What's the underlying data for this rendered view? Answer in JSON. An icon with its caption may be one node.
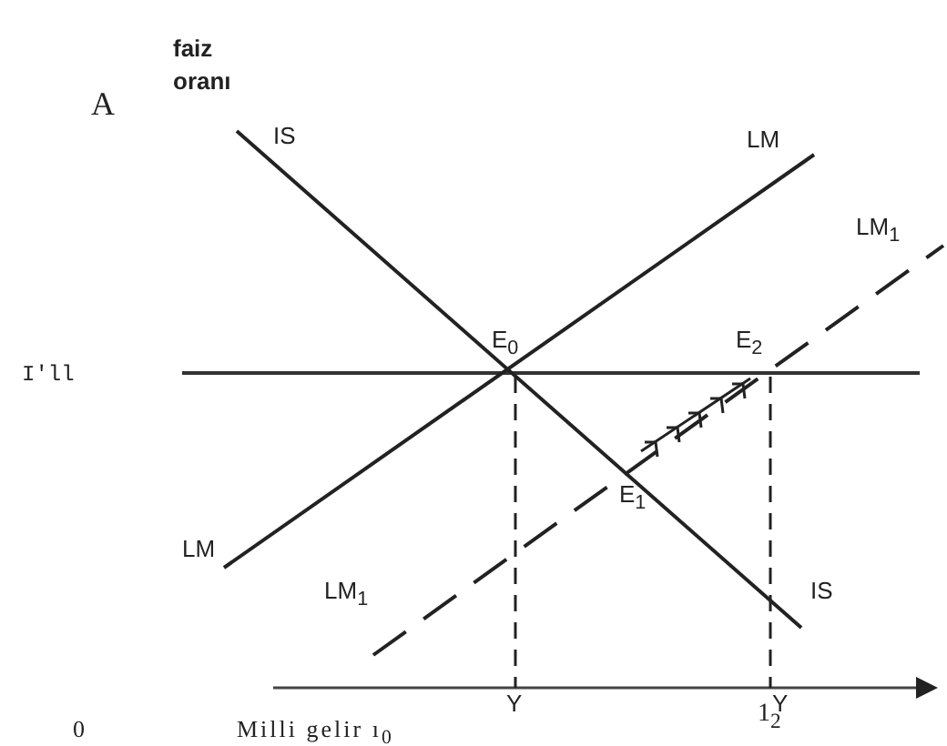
{
  "diagram": {
    "labels": [
      "faiz oranı",
      "A",
      "IS",
      "LM",
      "LM$_{1}$",
      "E$_{0}$",
      "E$_{2}$",
      "I'll",
      "E$_{1}$",
      "LM",
      "LM$_{1}$",
      "IS",
      "0",
      "Milli gelir ı$_{0}$",
      "Y",
      "1$_{2}$",
      "Y"
    ]
  }
}
